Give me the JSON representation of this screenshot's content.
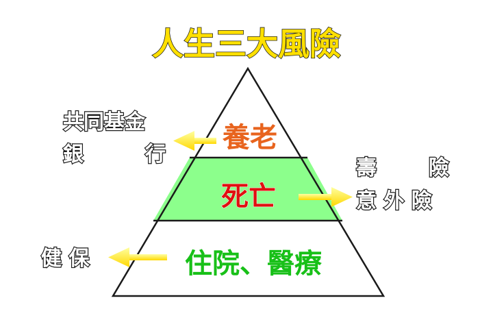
{
  "title": "人生三大風險",
  "tiers": [
    {
      "label": "養老",
      "color": "#e8641e",
      "fill": "#ffffff"
    },
    {
      "label": "死亡",
      "color": "#e01010",
      "fill": "#8cff8c"
    },
    {
      "label": "住院、醫療",
      "color": "#18c018",
      "fill": "#ffffff"
    }
  ],
  "side_labels": {
    "top_left_line1": "共同基金",
    "top_left_line2_a": "銀",
    "top_left_line2_b": "行",
    "mid_right_line1_a": "壽",
    "mid_right_line1_b": "險",
    "mid_right_line2": "意 外 險",
    "bottom_left": "健 保"
  },
  "colors": {
    "arrow": "#ffee33",
    "outline": "#1a1a1a"
  }
}
